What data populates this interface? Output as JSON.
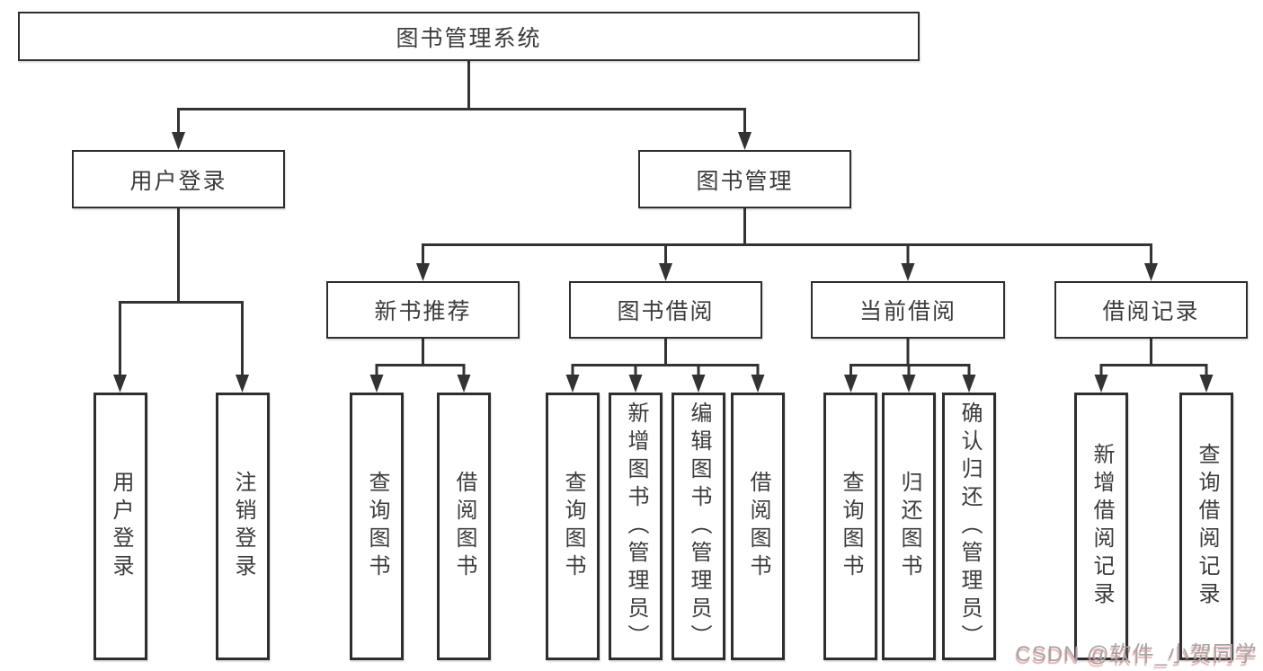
{
  "watermark": "CSDN @软件_小贺同学",
  "colors": {
    "line": "#333333",
    "box_border": "#2e2e2e",
    "text": "#3c3c3c",
    "background": "#ffffff",
    "watermark": "#a6a6a6"
  },
  "tree": {
    "label": "图书管理系统",
    "children": [
      {
        "label": "用户登录",
        "children": [
          {
            "label": "用户登录"
          },
          {
            "label": "注销登录"
          }
        ]
      },
      {
        "label": "图书管理",
        "children": [
          {
            "label": "新书推荐",
            "children": [
              {
                "label": "查询图书"
              },
              {
                "label": "借阅图书"
              }
            ]
          },
          {
            "label": "图书借阅",
            "children": [
              {
                "label": "查询图书"
              },
              {
                "label": "新增图书（管理员）"
              },
              {
                "label": "编辑图书（管理员）"
              },
              {
                "label": "借阅图书"
              }
            ]
          },
          {
            "label": "当前借阅",
            "children": [
              {
                "label": "查询图书"
              },
              {
                "label": "归还图书"
              },
              {
                "label": "确认归还（管理员）"
              }
            ]
          },
          {
            "label": "借阅记录",
            "children": [
              {
                "label": "新增借阅记录"
              },
              {
                "label": "查询借阅记录"
              }
            ]
          }
        ]
      }
    ]
  }
}
